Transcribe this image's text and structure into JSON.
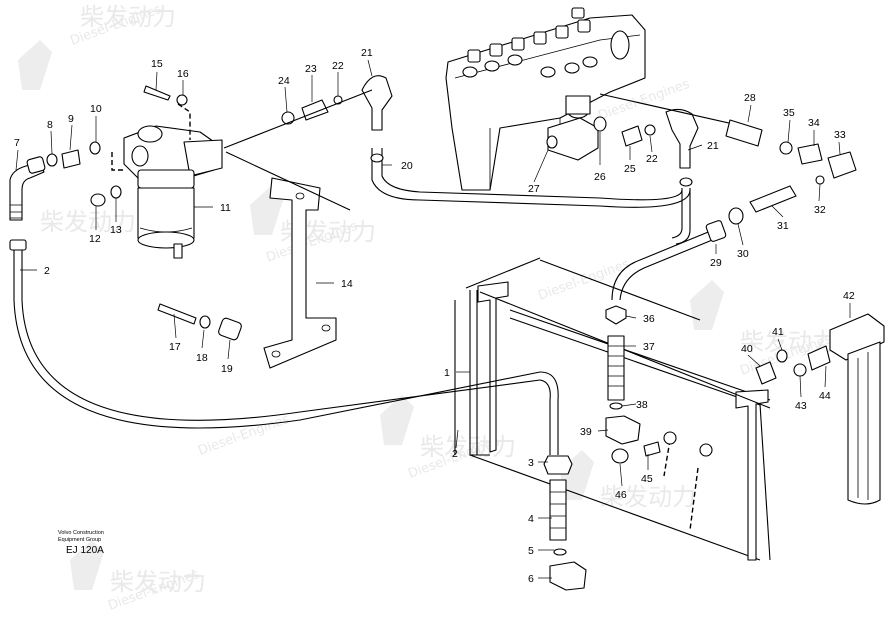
{
  "watermark": {
    "cn": "柴发动力",
    "en": "Diesel-Engines"
  },
  "footer": {
    "line1": "Volvo Construction",
    "line2": "Equipment Group",
    "code": "EJ 120A"
  },
  "callouts": [
    "1",
    "2",
    "2",
    "3",
    "4",
    "5",
    "6",
    "7",
    "8",
    "9",
    "10",
    "11",
    "12",
    "13",
    "14",
    "15",
    "16",
    "17",
    "18",
    "19",
    "20",
    "21",
    "21",
    "22",
    "22",
    "23",
    "24",
    "25",
    "26",
    "27",
    "28",
    "29",
    "30",
    "31",
    "32",
    "33",
    "34",
    "35",
    "36",
    "37",
    "38",
    "39",
    "40",
    "41",
    "42",
    "43",
    "44",
    "45",
    "46"
  ]
}
